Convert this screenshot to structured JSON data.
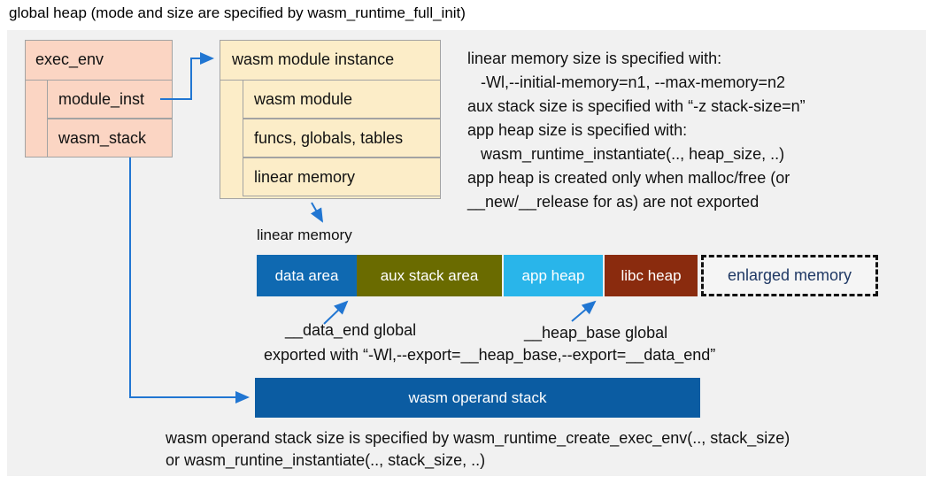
{
  "title": "global heap (mode and size are specified by wasm_runtime_full_init)",
  "exec_env": {
    "header": "exec_env",
    "rows": [
      {
        "label": "module_inst"
      },
      {
        "label": "wasm_stack"
      }
    ]
  },
  "module_instance": {
    "header": "wasm module instance",
    "rows": [
      {
        "label": "wasm module"
      },
      {
        "label": "funcs, globals, tables"
      },
      {
        "label": "linear memory"
      }
    ]
  },
  "right_notes": {
    "lines": [
      "linear memory size is specified with:",
      "   -Wl,--initial-memory=n1, --max-memory=n2",
      "aux stack size is specified with “-z stack-size=n”",
      "app heap size is specified with:",
      "   wasm_runtime_instantiate(.., heap_size, ..)",
      "app heap is created only when malloc/free (or",
      "__new/__release for as) are not exported"
    ]
  },
  "linear_memory": {
    "label": "linear memory",
    "segments": [
      {
        "label": "data area",
        "color": "#0f69b1"
      },
      {
        "label": "aux stack area",
        "color": "#6a6b00"
      },
      {
        "label": "app heap",
        "color": "#29b5ea"
      },
      {
        "label": "libc heap",
        "color": "#8a2b0e"
      },
      {
        "label": "enlarged memory",
        "color": "#f1f1f1",
        "border_style": "dashed",
        "text_color": "#1f3864"
      }
    ],
    "annotations": {
      "data_end": "__data_end global",
      "heap_base": "__heap_base global",
      "export_line": "exported with “-Wl,--export=__heap_base,--export=__data_end”"
    }
  },
  "operand_stack": {
    "label": "wasm operand stack",
    "notes": [
      "wasm operand stack size is specified by wasm_runtime_create_exec_env(.., stack_size)",
      "or wasm_runtine_instantiate(.., stack_size, ..)"
    ]
  },
  "colors": {
    "panel_bg": "#f1f1f1",
    "exec_env_fill": "#fbd5c3",
    "module_instance_fill": "#fcedc8",
    "box_border": "#a3a3a3",
    "arrow_blue": "#2176d2",
    "data_area": "#0f69b1",
    "aux_stack_area": "#6a6b00",
    "app_heap": "#29b5ea",
    "libc_heap": "#8a2b0e",
    "operand_stack_bar": "#0b5ca2",
    "enlarged_memory_text": "#1f3864"
  }
}
